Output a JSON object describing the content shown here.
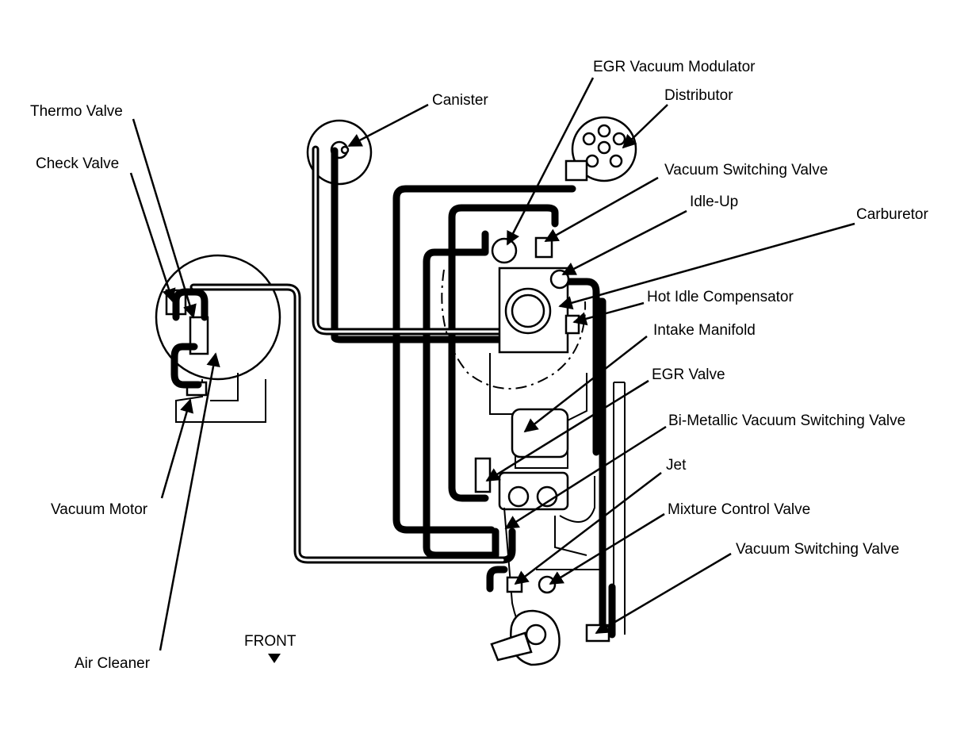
{
  "labels": {
    "egr_vacuum_modulator": "EGR Vacuum Modulator",
    "canister": "Canister",
    "distributor": "Distributor",
    "thermo_valve": "Thermo Valve",
    "check_valve": "Check Valve",
    "vacuum_switching_valve_top": "Vacuum Switching Valve",
    "idle_up": "Idle-Up",
    "carburetor": "Carburetor",
    "hot_idle_compensator": "Hot Idle Compensator",
    "intake_manifold": "Intake Manifold",
    "egr_valve": "EGR Valve",
    "bi_metallic_vsv": "Bi-Metallic Vacuum Switching Valve",
    "jet": "Jet",
    "mixture_control_valve": "Mixture Control Valve",
    "vacuum_switching_valve_bottom": "Vacuum Switching Valve",
    "vacuum_motor": "Vacuum Motor",
    "air_cleaner": "Air Cleaner",
    "front": "FRONT"
  },
  "icons": {
    "front_arrow": "down-arrow-icon",
    "leader_arrows": "arrowhead-icon"
  }
}
